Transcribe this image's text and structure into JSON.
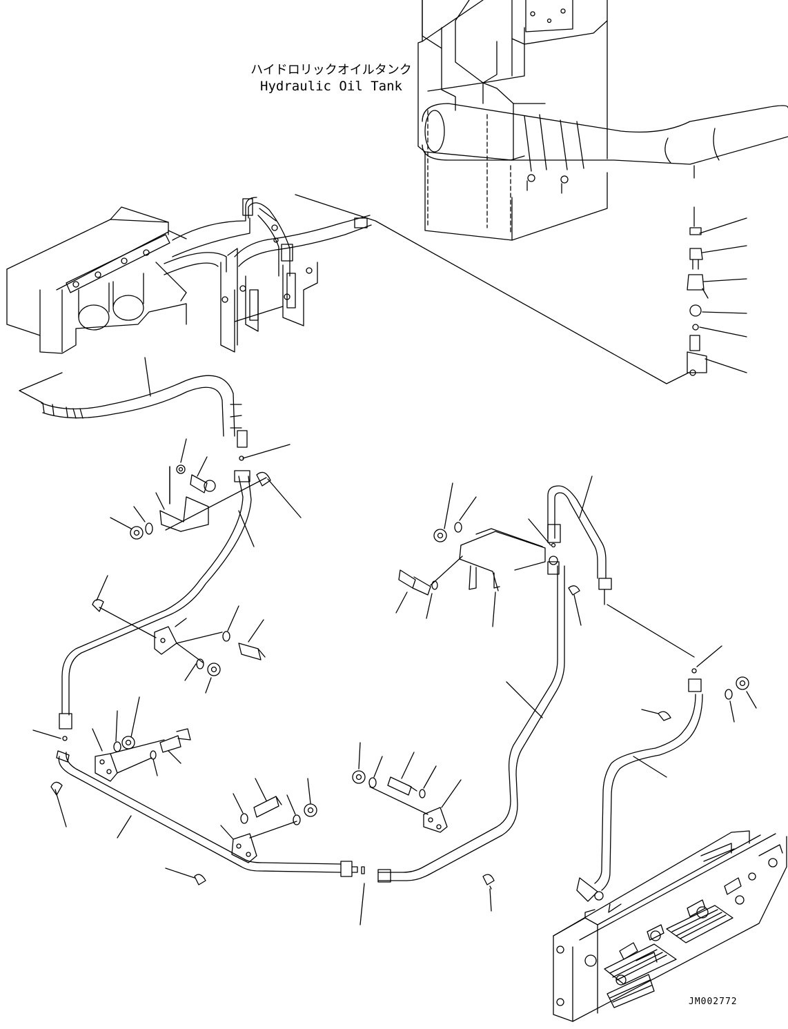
{
  "tank_label": {
    "japanese": "ハイドロリックオイルタンク",
    "english": "Hydraulic Oil Tank"
  },
  "drawing_id": "JM002772",
  "colors": {
    "line": "#000000",
    "background": "#ffffff"
  }
}
